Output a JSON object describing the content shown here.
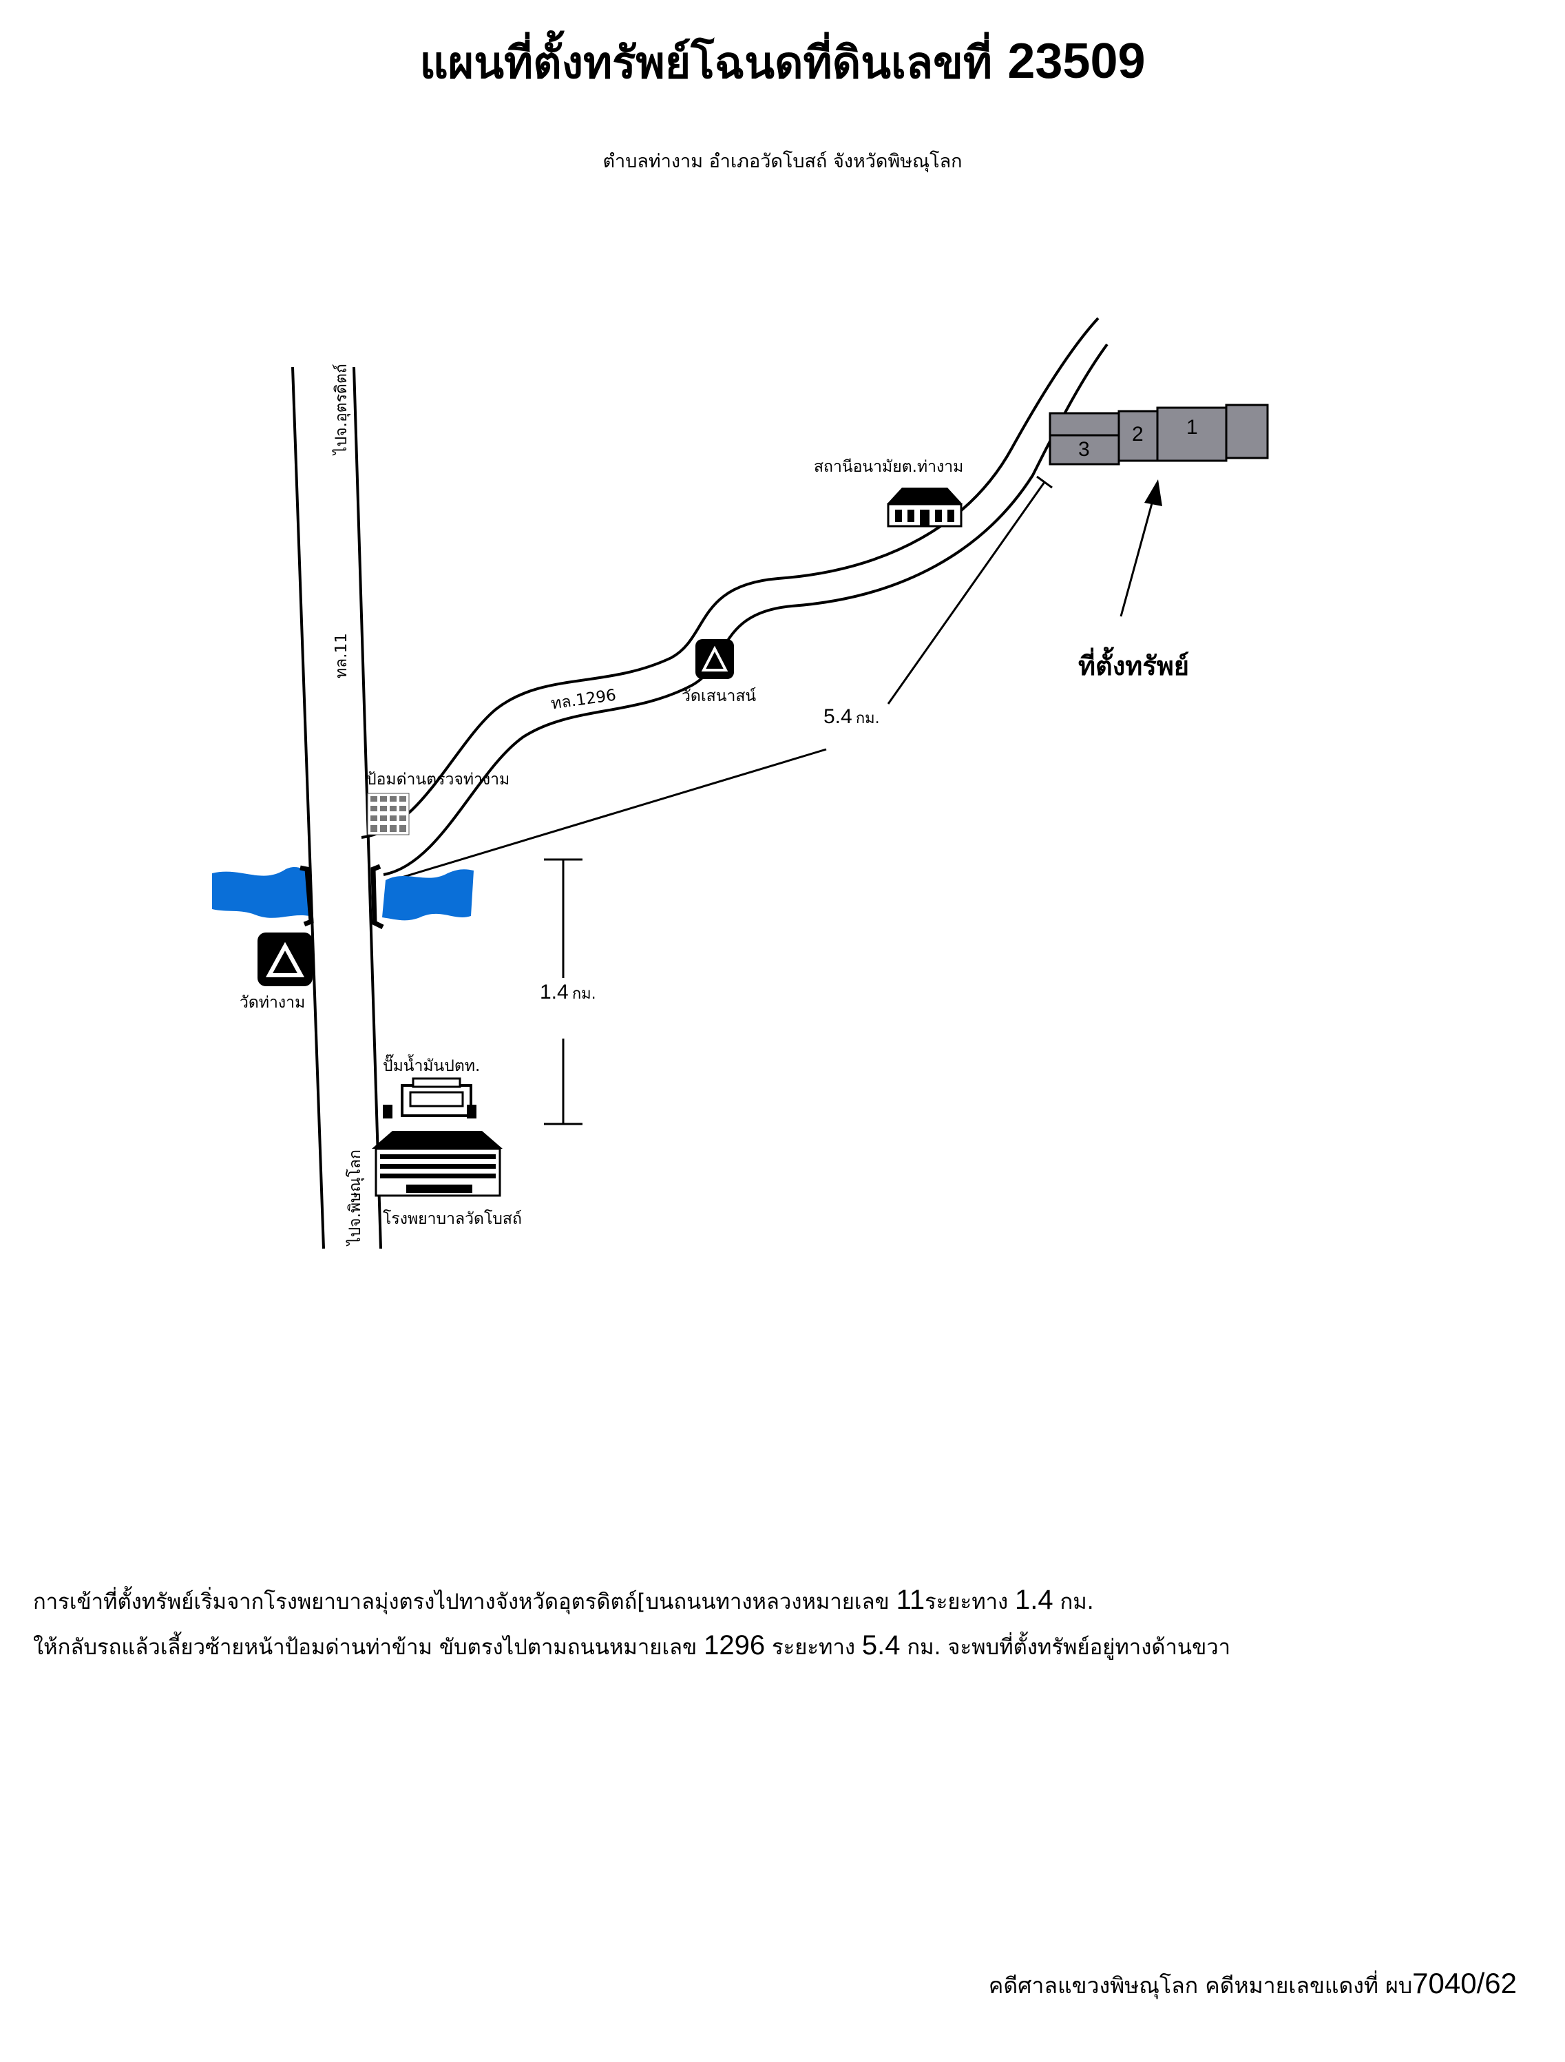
{
  "title": {
    "text": "แผนที่ตั้งทรัพย์โฉนดที่ดินเลขที่",
    "deed_number": "23509"
  },
  "subtitle": "ตำบลท่างาม อำเภอวัดโบสถ์ จังหวัดพิษณุโลก",
  "roads": {
    "highway_11_label": "ทล.11",
    "to_uttaradit": "ไปจ.อุตรดิตถ์",
    "to_phitsanulok": "ไปจ.พิษณุโลก",
    "road_1296_label": "ทล.1296"
  },
  "landmarks": {
    "health_station": "สถานีอนามัยต.ท่างาม",
    "wat_senasan": "วัดเสนาสน์",
    "police_checkpoint": "ป้อมด่านตรวจท่างาม",
    "wat_tha_ngam": "วัดท่างาม",
    "gas_station": "ปั๊มน้ำมันปตท.",
    "hospital": "โรงพยาบาลวัดโบสถ์"
  },
  "distances": {
    "d1_value": "5.4",
    "d1_unit": "กม.",
    "d2_value": "1.4",
    "d2_unit": "กม."
  },
  "parcels": [
    "1",
    "2",
    "3"
  ],
  "property_label": "ที่ตั้งทรัพย์",
  "directions": {
    "line1_a": "การเข้าที่ตั้งทรัพย์เริ่มจากโรงพยาบาลมุ่งตรงไปทางจังหวัดอุตรดิตถ์[บนถนนทางหลวงหมายเลข",
    "line1_num": "11",
    "line1_b": "ระยะทาง",
    "line1_dist": "1.4",
    "line1_unit": "กม.",
    "line2_a": "ให้กลับรถแล้วเลี้ยวซ้ายหน้าป้อมด่านท่าข้าม ขับตรงไปตามถนนหมายเลข",
    "line2_num": "1296",
    "line2_b": "ระยะทาง",
    "line2_dist": "5.4",
    "line2_unit": "กม.",
    "line2_c": "จะพบที่ตั้งทรัพย์อยู่ทางด้านขวา"
  },
  "case_ref": {
    "text": "คดีศาลแขวงพิษณุโลก คดีหมายเลขแดงที่ ผบ",
    "number": "7040/62"
  },
  "colors": {
    "river": "#0a6fd8",
    "parcel_fill": "#8c8c94",
    "ink": "#000000"
  },
  "icons": [
    "temple-icon",
    "building-icon",
    "hospital-icon",
    "gas-station-icon",
    "river-icon",
    "bridge-icon",
    "arrow-icon"
  ]
}
